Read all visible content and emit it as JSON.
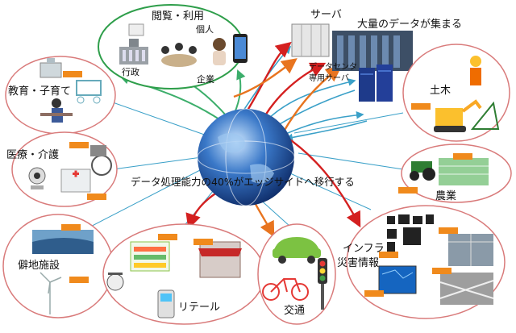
{
  "center_caption": "データ処理能力の40%がエッジサイドへ移行する",
  "top": {
    "server": "サーバ",
    "big_data": "大量のデータが集まる",
    "datacenter_line1": "データセンタ",
    "datacenter_line2": "専用サーバ"
  },
  "browse": {
    "title": "閲覧・利用",
    "person": "個人",
    "admin": "行政",
    "company": "企業"
  },
  "nodes": {
    "education": "教育・子育て",
    "medical": "医療・介護",
    "remote": "僻地施設",
    "retail": "リテール",
    "traffic": "交通",
    "infra_line1": "インフラ",
    "infra_line2": "災害情報",
    "agri": "農業",
    "civil": "土木"
  },
  "colors": {
    "ellipse_border": "#d97b7b",
    "browse_border": "#2e9e4a",
    "line_blue": "#3aa0c8",
    "line_green": "#3cae6b",
    "arrow_red": "#d42020",
    "arrow_orange": "#e8741f",
    "device_orange": "#f08a1c"
  },
  "icons": [
    "globe-icon",
    "server-rack-icon",
    "smartphone-icon",
    "building-icon",
    "meeting-icon",
    "crib-icon",
    "teacher-icon",
    "wheelchair-icon",
    "camera-icon",
    "hospital-icon",
    "solar-panel-icon",
    "wind-turbine-icon",
    "shop-icon",
    "scale-icon",
    "ticket-machine-icon",
    "car-icon",
    "bicycle-icon",
    "traffic-light-icon",
    "city-icon",
    "map-icon",
    "tractor-icon",
    "excavator-icon",
    "crane-icon",
    "worker-icon",
    "edge-device-icon"
  ]
}
